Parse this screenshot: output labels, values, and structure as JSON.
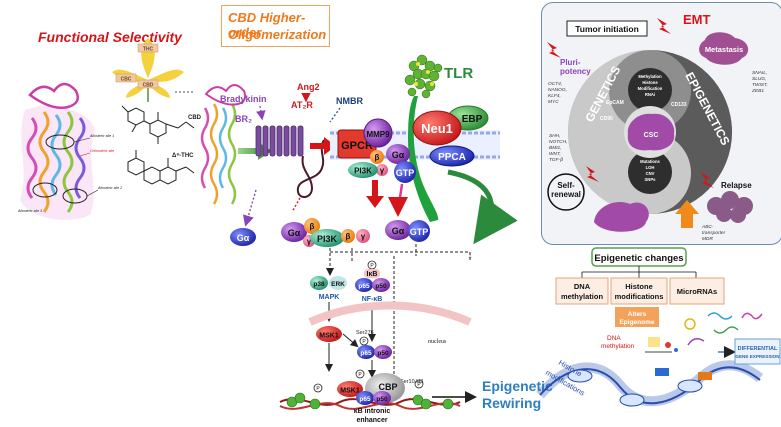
{
  "left": {
    "title": "Functional Selectivity",
    "cbd_label": "CBD",
    "thc_label": "Δ⁹-THC",
    "leaf_labels": [
      "THC",
      "CBC",
      "CBD"
    ],
    "sites": [
      "Allosteric site 1",
      "Orthosteric site",
      "Allosteric site 2",
      "Allosteric site 3"
    ]
  },
  "center": {
    "oligo_title_line1": "CBD Higher-order",
    "oligo_title_line2": "Oligomerization",
    "bradykinin": "Bradykinin",
    "br2": "BR₂",
    "ang2": "Ang2",
    "at2r": "AT₂R",
    "nmbr": "NMBR",
    "tlr": "TLR",
    "ebp": "EBP",
    "mmp9": "MMP9",
    "neu1": "Neu1",
    "gpcr": "GPCR",
    "ppca": "PPCA",
    "g_alpha": "Gα",
    "beta": "β",
    "gamma": "γ",
    "pi3k": "PI3K",
    "gtp": "GTP",
    "p38": "p38",
    "erk": "ERK",
    "mapk": "MAPK",
    "ikb": "IκB",
    "p65": "p65",
    "p50": "p50",
    "nfkb": "NF-κB",
    "msk1": "MSK1",
    "ser276": "Ser276",
    "nucleus": "nucleus",
    "cbp": "CBP",
    "ser10": "Ser10 H3",
    "p": "P",
    "kb_enh_line1": "κB intronic",
    "kb_enh_line2": "enhancer",
    "rewire_line1": "Epigenetic",
    "rewire_line2": "Rewiring"
  },
  "right": {
    "emt": "EMT",
    "tumor_initiation": "Tumor initiation",
    "metastasis": "Metastasis",
    "pluripotency_line1": "Pluri-",
    "pluripotency_line2": "potency",
    "pluri_genes": [
      "OCT4,",
      "NANOG,",
      "KLF4,",
      "MYC"
    ],
    "snail_genes": [
      "SNAIL,",
      "SLUG,",
      "TWIST,",
      "ZEB1"
    ],
    "epigenetics": "EPIGENETICS",
    "genetics": "GENETICS",
    "epi_inner": [
      "Methylation",
      "Histone",
      "Modification",
      "RNAi"
    ],
    "gen_inner": [
      "Mutations",
      "LOH",
      "CNV",
      "SNPs"
    ],
    "epcam": "EpCAM",
    "cd133": "CD133",
    "cd90": "CD90",
    "csc": "CSC",
    "shh_genes": [
      "SHH,",
      "NOTCH,",
      "BMI1,",
      "WNT,",
      "TGF-β"
    ],
    "self_renewal_line1": "Self-",
    "self_renewal_line2": "renewal",
    "relapse": "Relapse",
    "abc_line1": "ABC-",
    "abc_line2": "transporter",
    "abc_line3": "MDR"
  },
  "bottom_right": {
    "epi_changes": "Epigenetic  changes",
    "dna_meth_line1": "DNA",
    "dna_meth_line2": "methylation",
    "histone_line1": "Histone",
    "histone_line2": "modifications",
    "micrornas": "MicroRNAs",
    "alters_line1": "Alters",
    "alters_line2": "Epigenome",
    "dna_meth2_line1": "DNA",
    "dna_meth2_line2": "methylation",
    "histone2_line1": "Histone",
    "histone2_line2": "modifications",
    "diff_line1": "DIFFERENTIAL",
    "diff_line2": "GENE EXPRESSION"
  },
  "colors": {
    "red": "#d4161b",
    "orange": "#ee7a1c",
    "purple": "#8a43b8",
    "blue_text": "#2f7fc0",
    "green": "#2c8a3c",
    "gpcr_red": "#e23a2c"
  }
}
